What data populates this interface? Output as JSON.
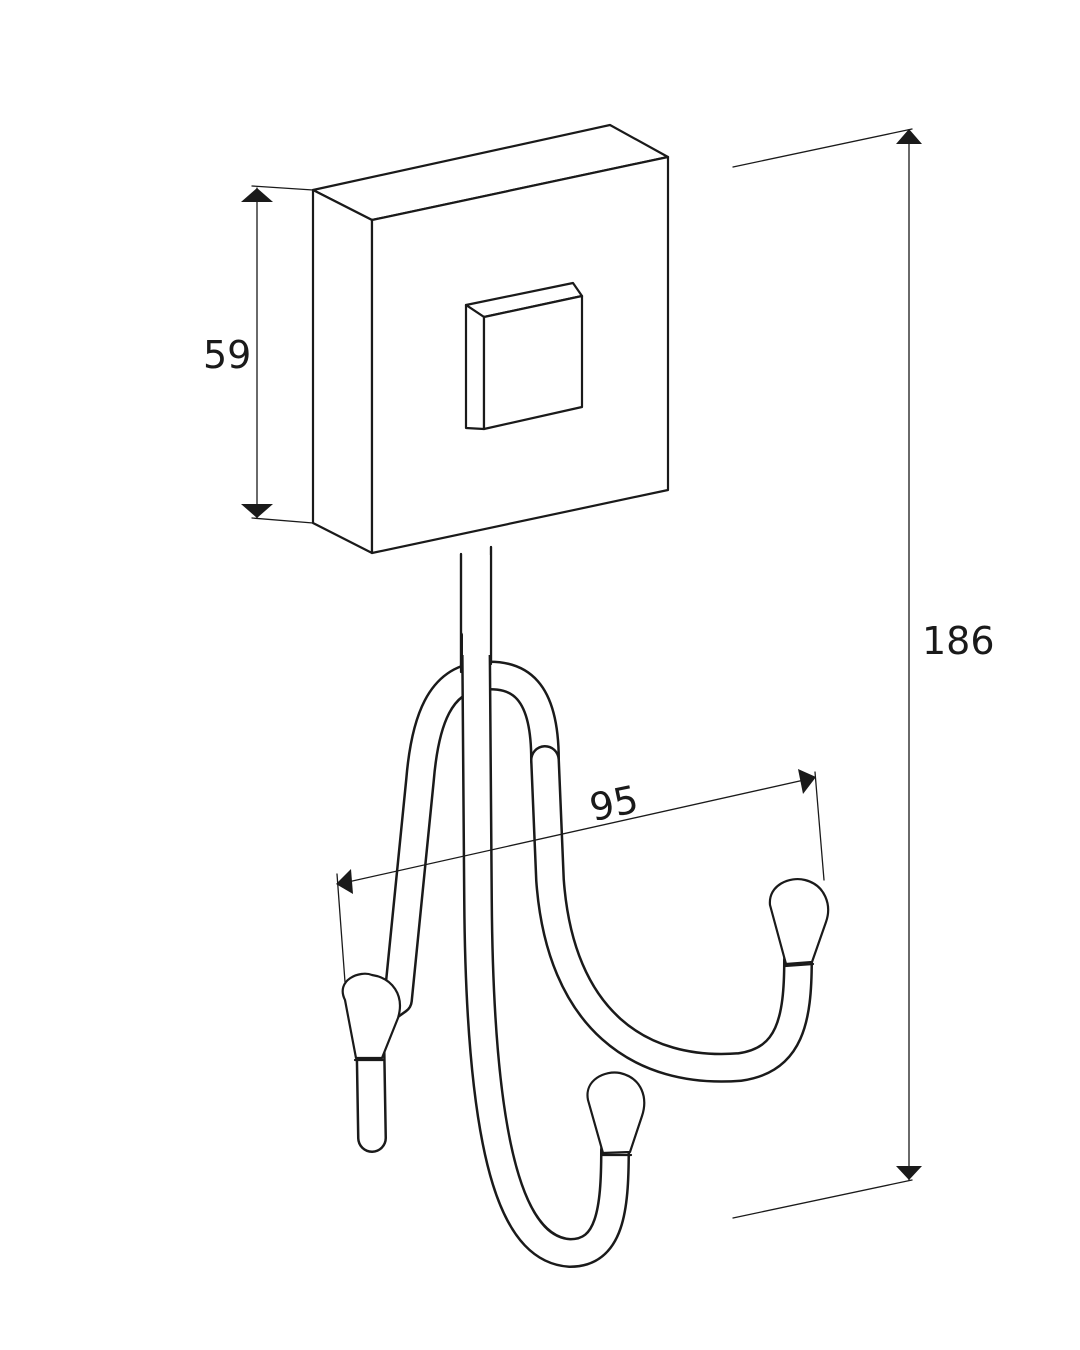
{
  "dimensions": {
    "plate_height": "59",
    "total_height": "186",
    "hook_span": "95"
  }
}
